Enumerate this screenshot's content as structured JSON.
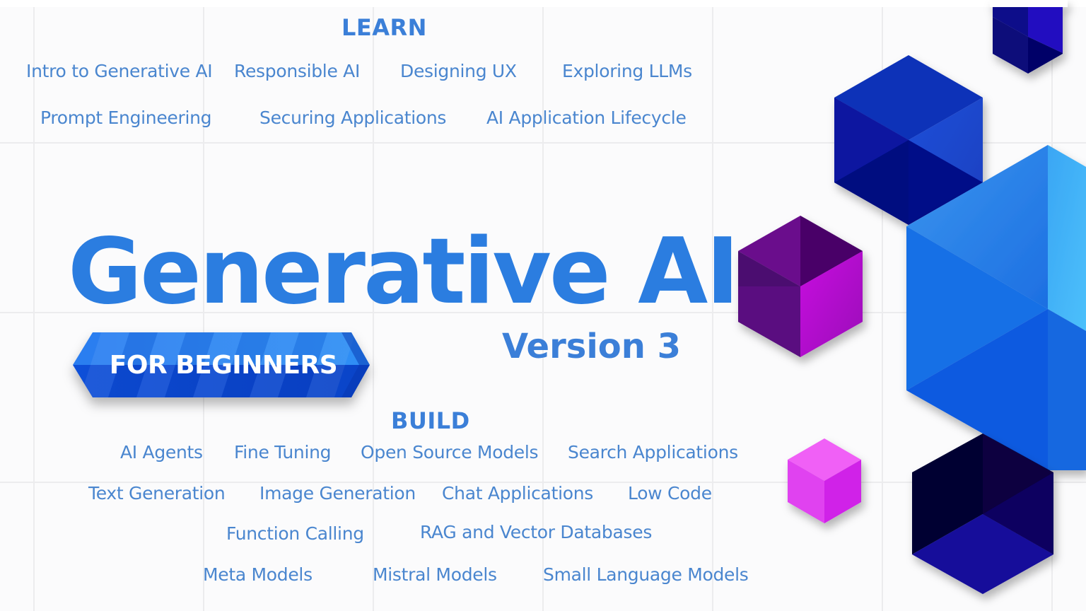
{
  "learn": {
    "heading": "LEARN",
    "row1": [
      "Intro to Generative AI",
      "Responsible AI",
      "Designing UX",
      "Exploring LLMs"
    ],
    "row2": [
      "Prompt Engineering",
      "Securing Applications",
      "AI Application Lifecycle"
    ]
  },
  "hero": {
    "title": "Generative AI",
    "badge": "FOR BEGINNERS",
    "version": "Version 3"
  },
  "build": {
    "heading": "BUILD",
    "row1": [
      "AI Agents",
      "Fine Tuning",
      "Open Source Models",
      "Search Applications"
    ],
    "row2": [
      "Text Generation",
      "Image Generation",
      "Chat Applications",
      "Low Code"
    ],
    "row3": [
      "Function Calling",
      "RAG and Vector Databases"
    ],
    "row4": [
      "Meta Models",
      "Mistral Models",
      "Small Language Models"
    ]
  },
  "colors": {
    "heading": "#3b7fd8",
    "topic": "#4a86cf",
    "title": "#2b7de0",
    "badge_blue": "#1a5fe0",
    "cube_navy": "#0a0f9a",
    "cube_purple": "#8a0aa8",
    "cube_magenta": "#e040f0",
    "cube_sky": "#2f8ff0"
  },
  "graphics": [
    "cube-navy-small-icon",
    "cube-navy-large-icon",
    "cube-sky-blue-large-icon",
    "cube-purple-icon",
    "cube-magenta-small-icon",
    "cube-dark-navy-icon"
  ]
}
